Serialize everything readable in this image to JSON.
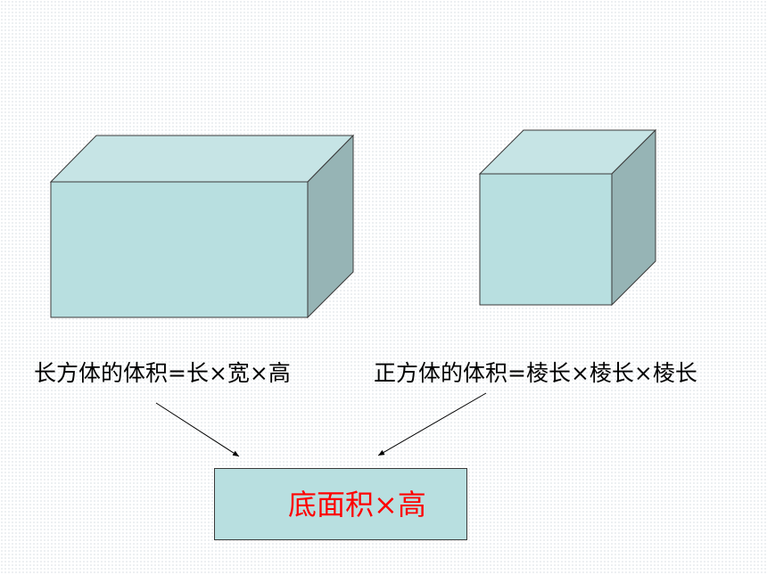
{
  "cuboid_formula": "长方体的体积=长×宽×高",
  "cube_formula": "正方体的体积=棱长×棱长×棱长",
  "result": "底面积×高",
  "colors": {
    "front_face": "#b8dfe0",
    "top_face": "#c6e4e5",
    "side_face": "#96b4b5",
    "result_text": "#ff0000",
    "edge": "#3a3a3a"
  }
}
